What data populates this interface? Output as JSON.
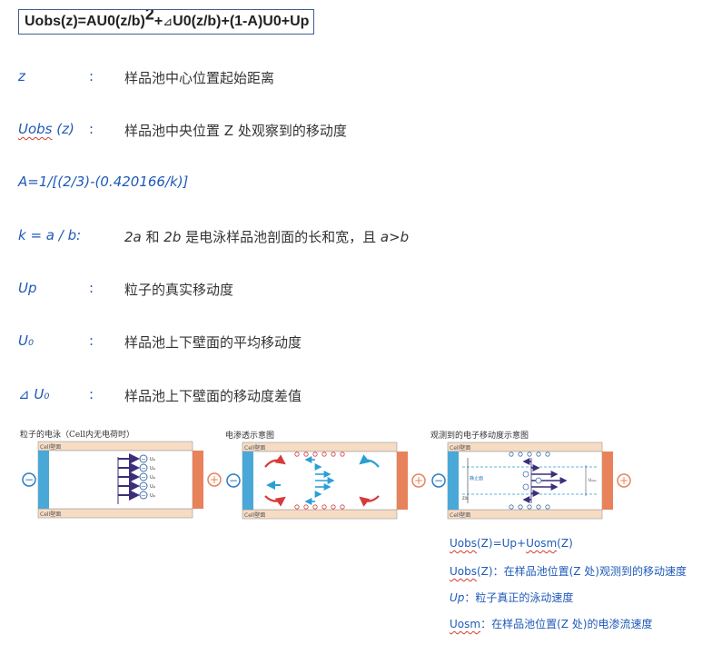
{
  "formula": {
    "base": "Uobs(z)=AU0(z/b)",
    "sup": "2",
    "plus": "+",
    "delta": "⊿",
    "rest": "U0(z/b)+(1-A)U0+Up"
  },
  "definitions": [
    {
      "term": "z",
      "colon": ":",
      "desc": "样品池中心位置起始距离"
    },
    {
      "term_main": "Uobs",
      "term_rest": " (z)",
      "colon": ":",
      "desc": "样品池中央位置 Z 处观察到的移动度"
    },
    {
      "formula": "A=1/[(2/3)-(0.420166/k)]"
    },
    {
      "term": "k = a / b:",
      "desc_a": "2a",
      "desc_mid": " 和 ",
      "desc_b": "2b",
      "desc_rest": " 是电泳样品池剖面的长和宽，且 ",
      "desc_cond": "a>b"
    },
    {
      "term": "Up",
      "colon": ":",
      "desc": "粒子的真实移动度"
    },
    {
      "term": "U₀",
      "colon": ":",
      "desc": "样品池上下壁面的平均移动度"
    },
    {
      "term": "⊿ U₀",
      "colon": ":",
      "desc": "样品池上下壁面的移动度差值"
    }
  ],
  "diagrams": [
    {
      "title": "粒子的电泳（Cell内无电荷时）",
      "wall_top": "Cell壁面",
      "wall_bottom": "Cell壁面",
      "neg": "−",
      "pos": "+",
      "particle": "−",
      "u_label": "U",
      "u_sub": "p"
    },
    {
      "title": "电渗透示意图",
      "wall_top": "Cell壁面",
      "wall_bottom": "Cell壁面",
      "neg": "−",
      "pos": "+"
    },
    {
      "title": "观测到的电子移动度示意图",
      "wall_top": "Cell壁面",
      "wall_bottom": "Cell壁面",
      "neg": "−",
      "pos": "+",
      "layer_label": "静止面",
      "pos_label": "Z/b",
      "u_label": "U",
      "u_sub": "obs"
    }
  ],
  "notes": [
    {
      "term_main": "Uobs",
      "rest": "(Z)=Up+",
      "term2": "Uosm",
      "rest2": "(Z)"
    },
    {
      "term_main": "Uobs",
      "rest": "(Z)：在样品池位置(Z 处)观测到的移动速度"
    },
    {
      "label": "Up",
      "rest": "：粒子真正的泳动速度"
    },
    {
      "term_main": "Uosm",
      "rest": "：在样品池位置(Z 处)的电渗流速度"
    }
  ],
  "colors": {
    "accent_blue": "#1f5ab8",
    "electrode_neg": "#4aa8d8",
    "electrode_pos": "#e8825a",
    "wall": "#f7dcc4",
    "arrow_dark": "#3a2f7a",
    "osmosis_red": "#d63a3a",
    "osmosis_blue": "#2a9fd6",
    "particle": "#3f6ea8"
  }
}
